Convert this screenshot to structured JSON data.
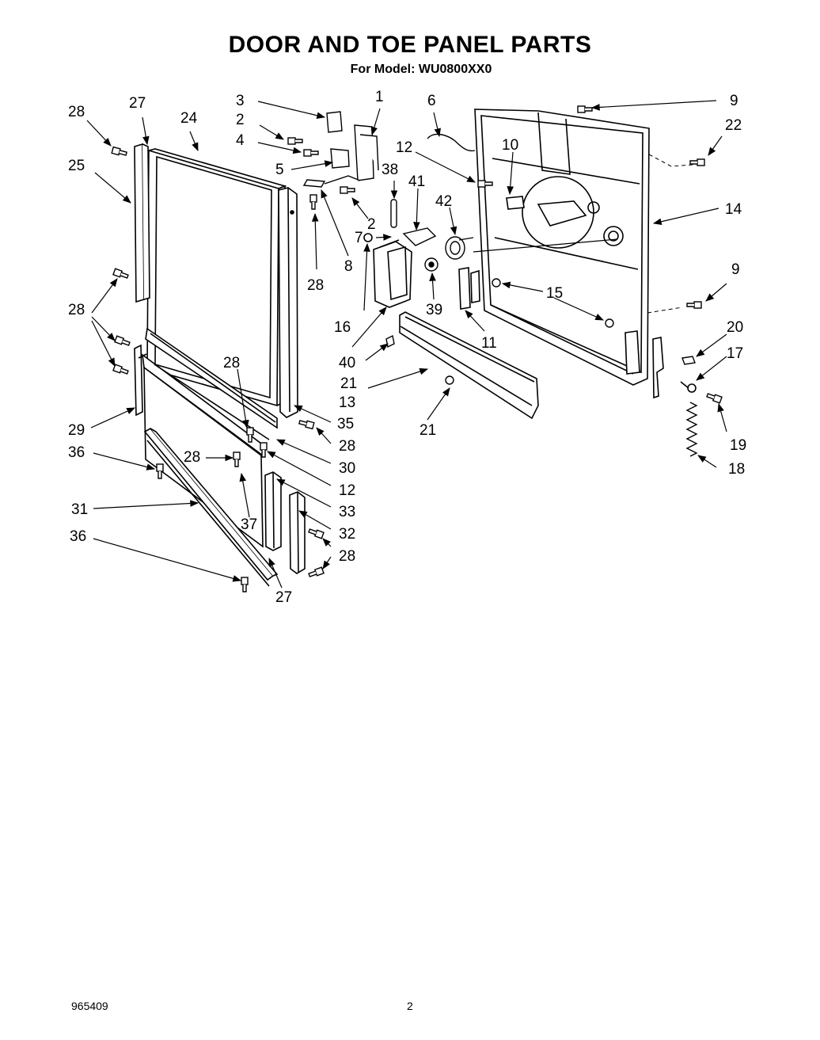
{
  "header": {
    "title": "DOOR AND TOE PANEL PARTS",
    "model_label": "For Model: WU0800XX0"
  },
  "callouts": [
    {
      "id": "c3",
      "label": "3"
    },
    {
      "id": "c1",
      "label": "1"
    },
    {
      "id": "c6",
      "label": "6"
    },
    {
      "id": "c9a",
      "label": "9"
    },
    {
      "id": "c28a",
      "label": "28"
    },
    {
      "id": "c27a",
      "label": "27"
    },
    {
      "id": "c24",
      "label": "24"
    },
    {
      "id": "c2a",
      "label": "2"
    },
    {
      "id": "c22",
      "label": "22"
    },
    {
      "id": "c4",
      "label": "4"
    },
    {
      "id": "c12a",
      "label": "12"
    },
    {
      "id": "c10",
      "label": "10"
    },
    {
      "id": "c25",
      "label": "25"
    },
    {
      "id": "c5",
      "label": "5"
    },
    {
      "id": "c38",
      "label": "38"
    },
    {
      "id": "c41",
      "label": "41"
    },
    {
      "id": "c42",
      "label": "42"
    },
    {
      "id": "c14",
      "label": "14"
    },
    {
      "id": "c2b",
      "label": "2"
    },
    {
      "id": "c7",
      "label": "7"
    },
    {
      "id": "c8",
      "label": "8"
    },
    {
      "id": "c28b",
      "label": "28"
    },
    {
      "id": "c9b",
      "label": "9"
    },
    {
      "id": "c15",
      "label": "15"
    },
    {
      "id": "c28c",
      "label": "28"
    },
    {
      "id": "c16",
      "label": "16"
    },
    {
      "id": "c39",
      "label": "39"
    },
    {
      "id": "c20",
      "label": "20"
    },
    {
      "id": "c11",
      "label": "11"
    },
    {
      "id": "c17",
      "label": "17"
    },
    {
      "id": "c40",
      "label": "40"
    },
    {
      "id": "c28d",
      "label": "28"
    },
    {
      "id": "c21a",
      "label": "21"
    },
    {
      "id": "c13",
      "label": "13"
    },
    {
      "id": "c35",
      "label": "35"
    },
    {
      "id": "c29",
      "label": "29"
    },
    {
      "id": "c21b",
      "label": "21"
    },
    {
      "id": "c19",
      "label": "19"
    },
    {
      "id": "c28e",
      "label": "28"
    },
    {
      "id": "c36a",
      "label": "36"
    },
    {
      "id": "c28f",
      "label": "28"
    },
    {
      "id": "c30",
      "label": "30"
    },
    {
      "id": "c18",
      "label": "18"
    },
    {
      "id": "c12b",
      "label": "12"
    },
    {
      "id": "c31",
      "label": "31"
    },
    {
      "id": "c33",
      "label": "33"
    },
    {
      "id": "c37",
      "label": "37"
    },
    {
      "id": "c32",
      "label": "32"
    },
    {
      "id": "c36b",
      "label": "36"
    },
    {
      "id": "c28g",
      "label": "28"
    },
    {
      "id": "c27b",
      "label": "27"
    }
  ],
  "footer": {
    "doc_number": "965409",
    "page_number": "2"
  }
}
